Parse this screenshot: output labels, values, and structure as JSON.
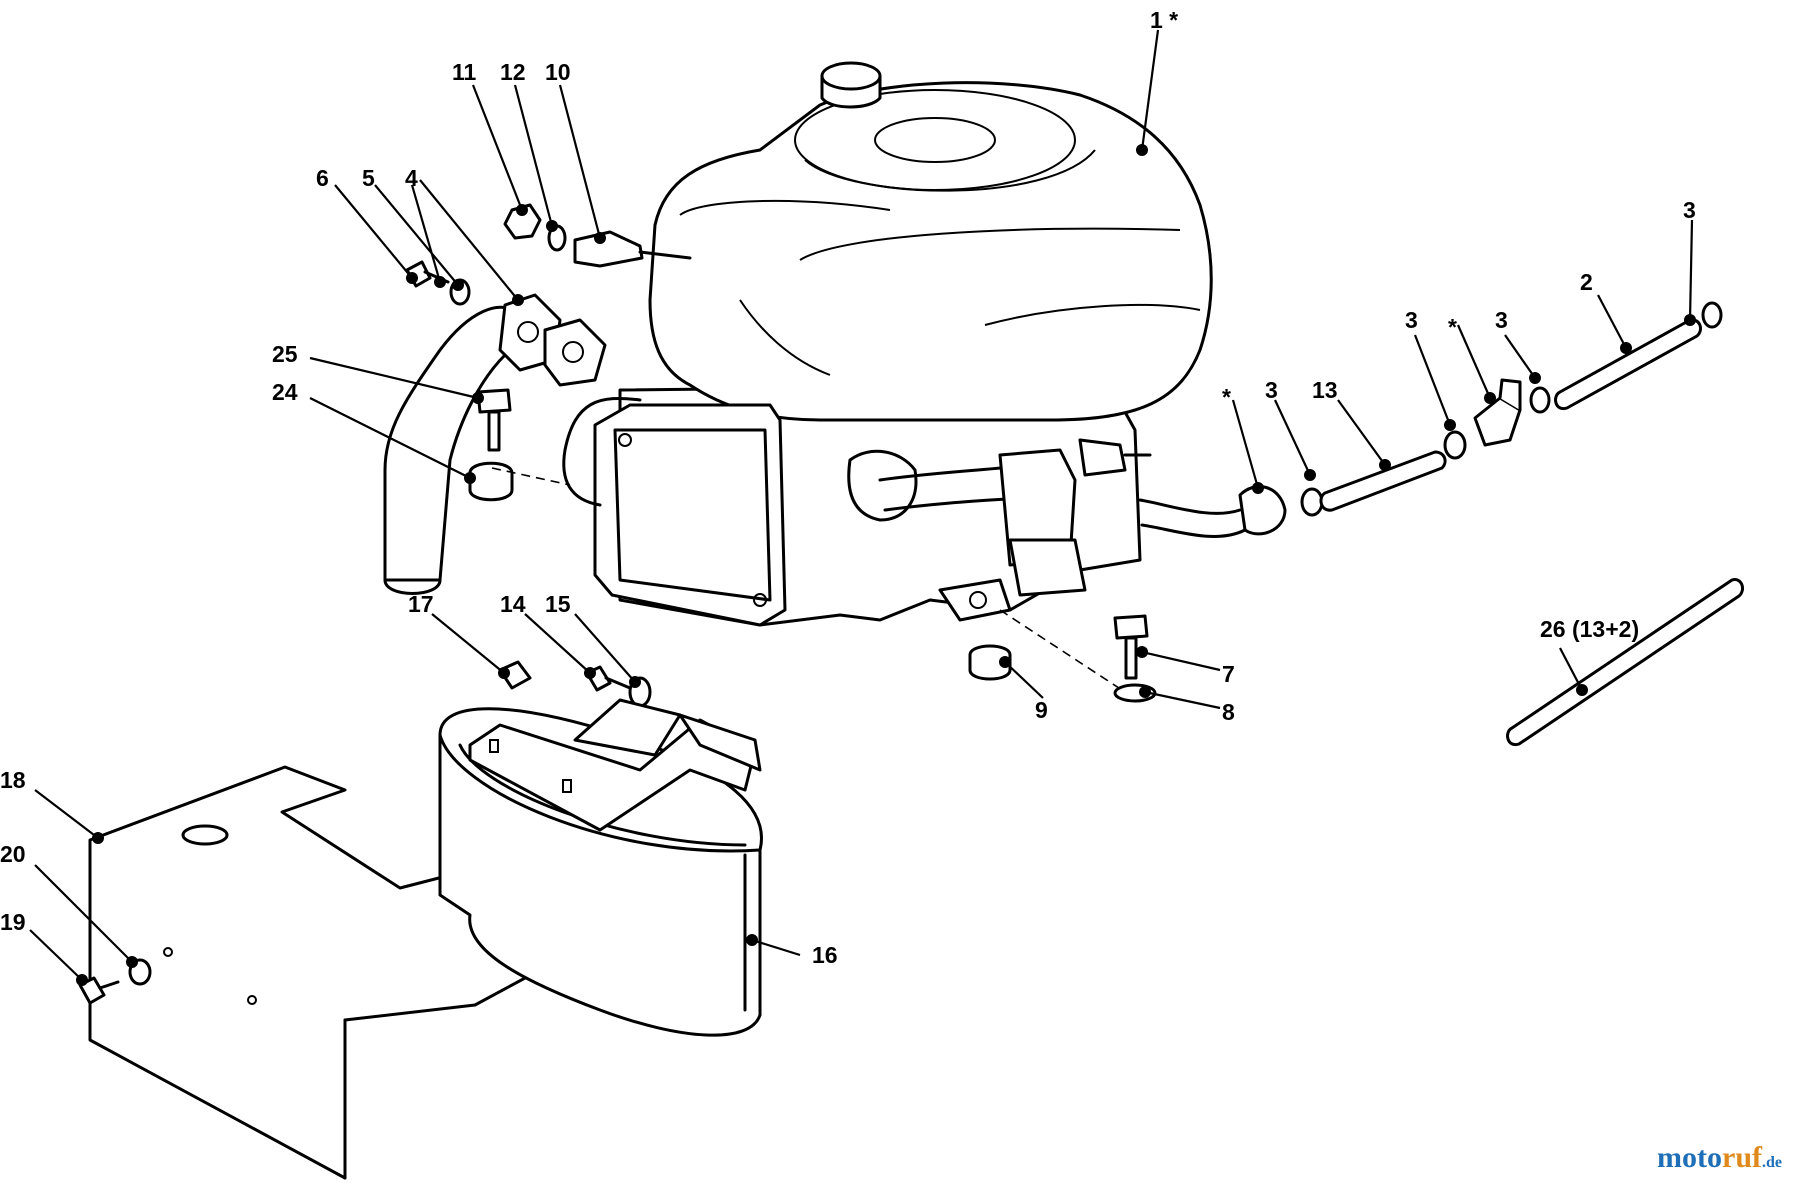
{
  "labels": {
    "l1": "1 *",
    "l2": "2",
    "l3a": "3",
    "l3b": "3",
    "l3c": "3",
    "l3d": "3",
    "l4": "4",
    "l5": "5",
    "l6": "6",
    "l7": "7",
    "l8": "8",
    "l9": "9",
    "l10": "10",
    "l11": "11",
    "l12": "12",
    "l13": "13",
    "l14": "14",
    "l15": "15",
    "l16": "16",
    "l17": "17",
    "l18": "18",
    "l19": "19",
    "l20": "20",
    "l24": "24",
    "l25": "25",
    "l26": "26 (13+2)",
    "star1": "*",
    "star2": "*"
  },
  "watermark": {
    "part1": "moto",
    "part2": "ruf",
    "part3": ".de"
  }
}
